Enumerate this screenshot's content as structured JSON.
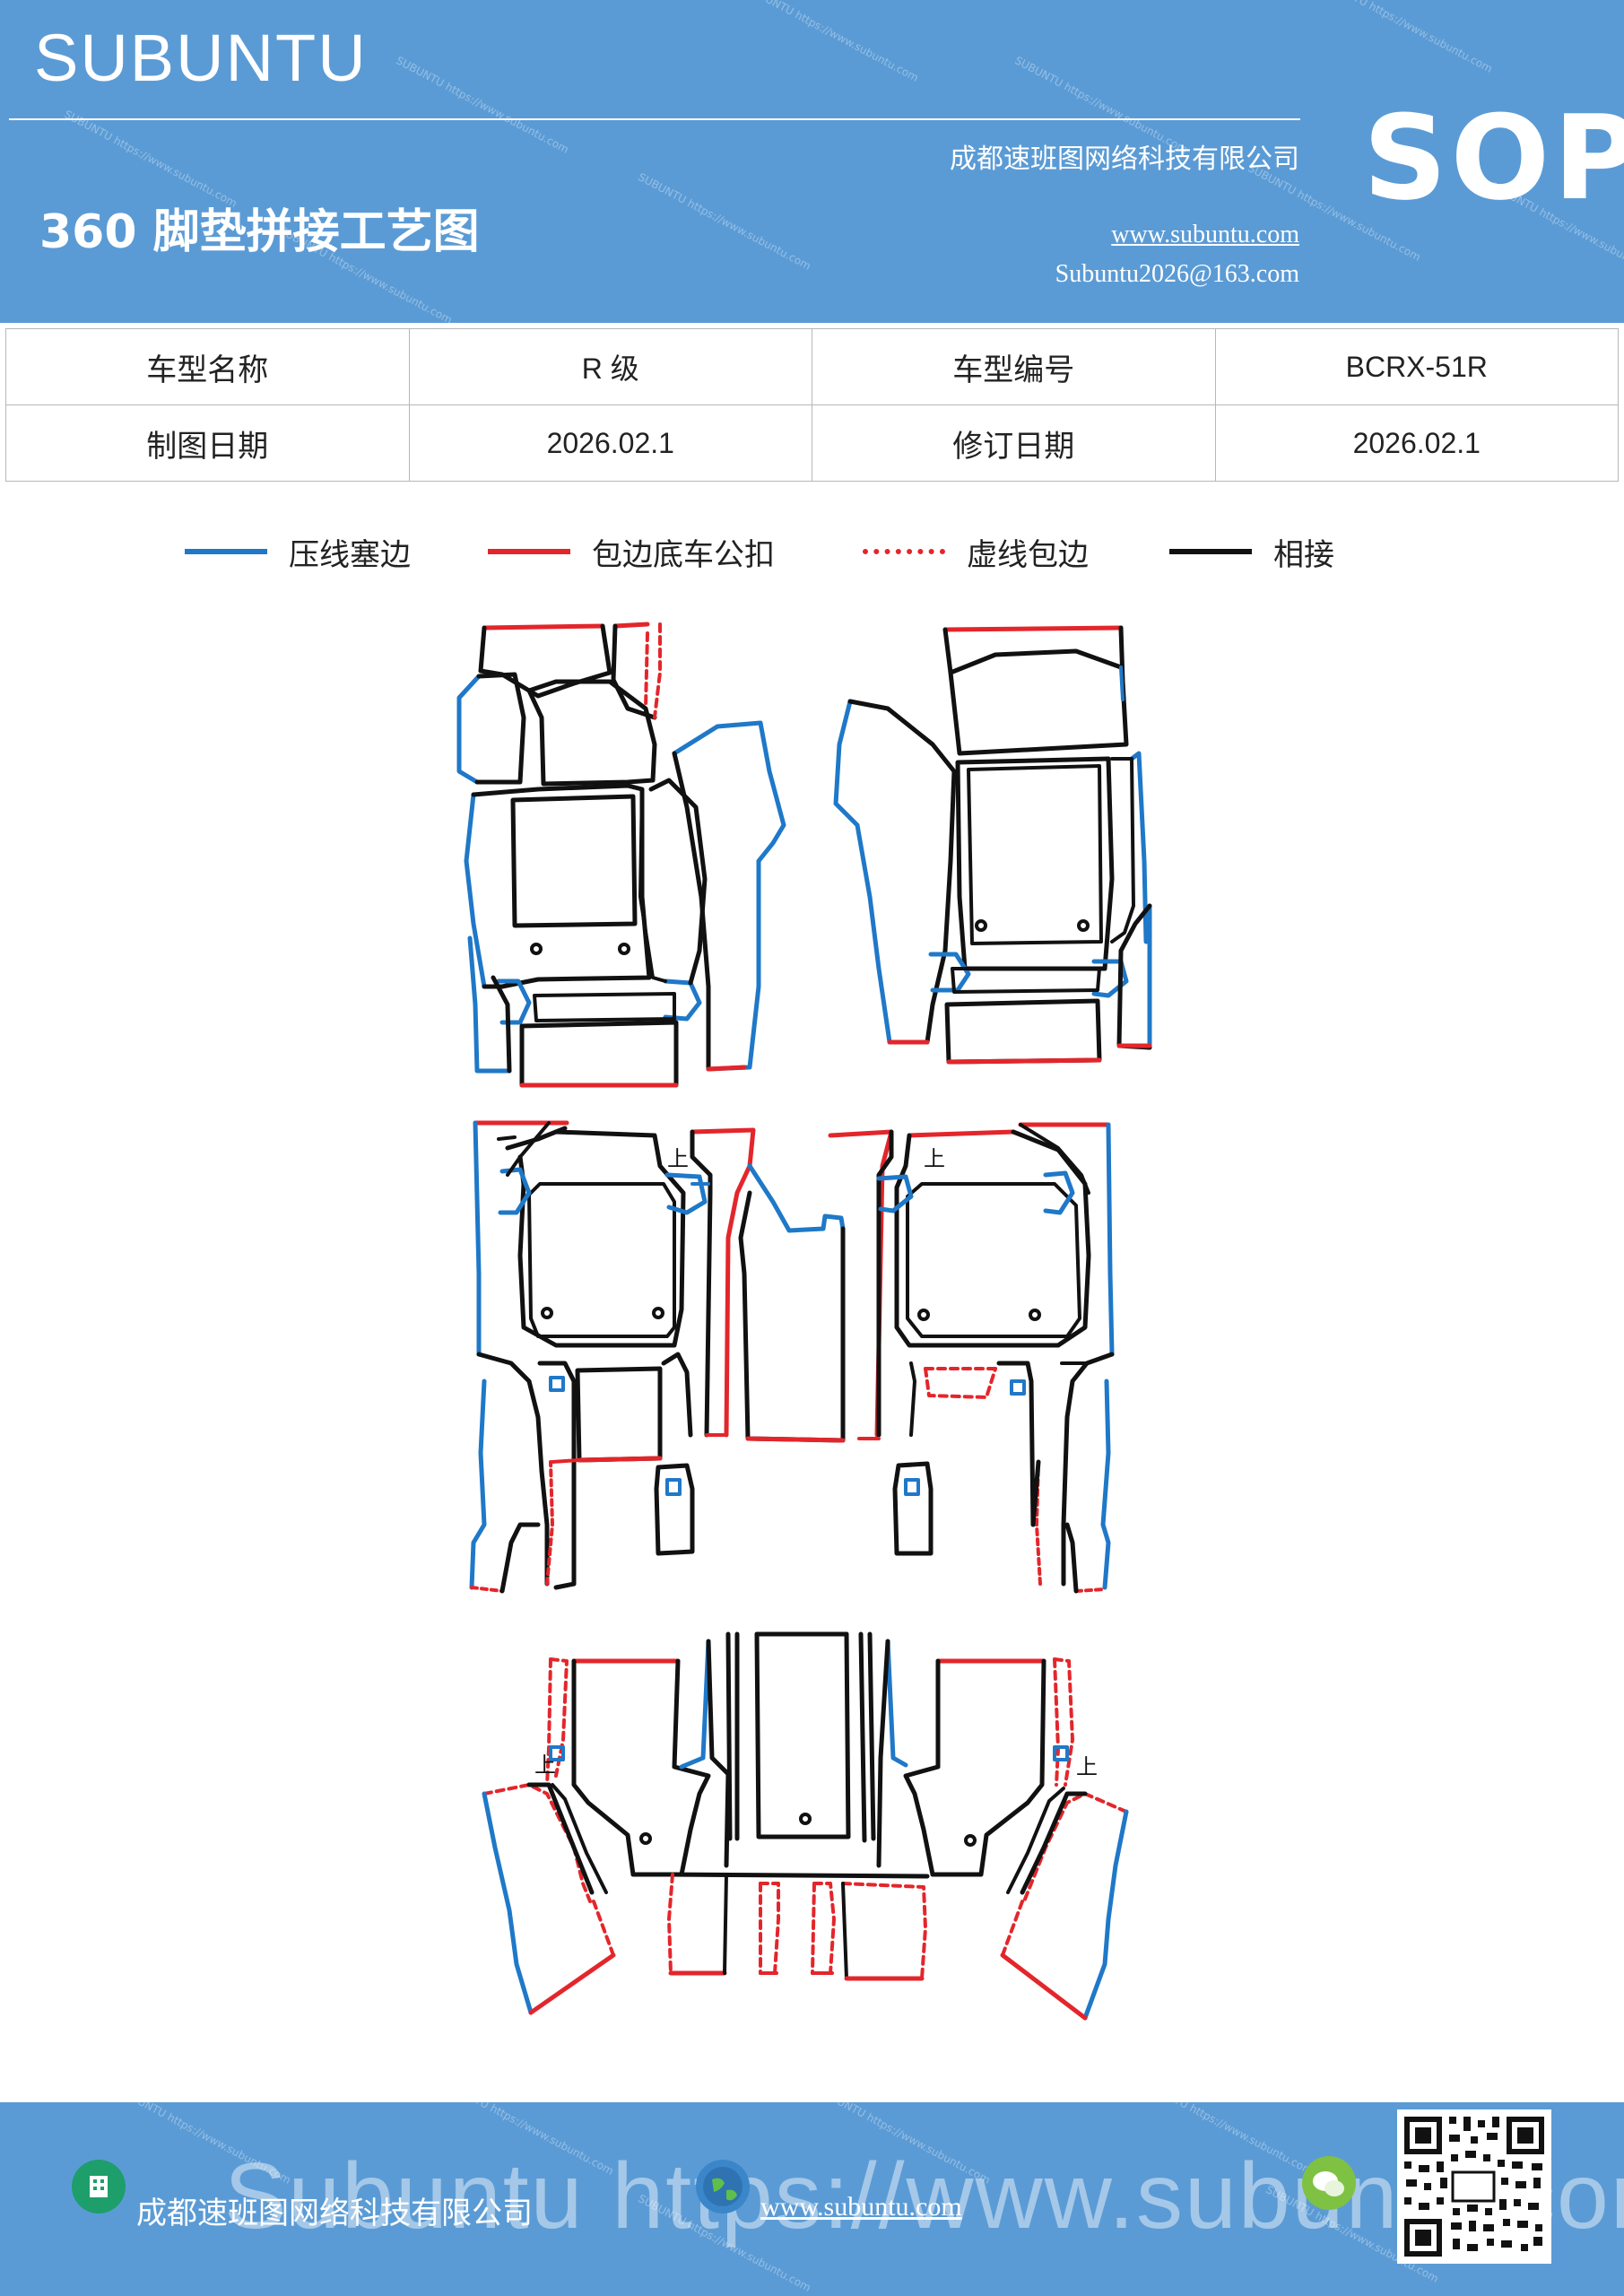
{
  "header": {
    "brand": "SUBUNTU",
    "company": "成都速班图网络科技有限公司",
    "title": "360 脚垫拼接工艺图",
    "website": "www.subuntu.com",
    "email": "Subuntu2026@163.com",
    "badge": "SOP"
  },
  "info": {
    "model_name_label": "车型名称",
    "model_name_value": "R 级",
    "model_code_label": "车型编号",
    "model_code_value": "BCRX-51R",
    "draw_date_label": "制图日期",
    "draw_date_value": "2026.02.1",
    "revise_date_label": "修订日期",
    "revise_date_value": "2026.02.1"
  },
  "legend": [
    {
      "label": "压线塞边",
      "color": "#1f78c8",
      "style": "solid"
    },
    {
      "label": "包边底车公扣",
      "color": "#e3262b",
      "style": "solid"
    },
    {
      "label": "虚线包边",
      "color": "#e3262b",
      "style": "dotted"
    },
    {
      "label": "相接",
      "color": "#111111",
      "style": "solid"
    }
  ],
  "diagram": {
    "marker_up": "上"
  },
  "footer": {
    "company": "成都速班图网络科技有限公司",
    "url": "www.subuntu.com",
    "overlay": "Subuntu https://www.subuntu.com"
  },
  "colors": {
    "blue_bg": "#5b9bd5",
    "blue_line": "#1f78c8",
    "red_line": "#e3262b",
    "black_line": "#111111"
  }
}
